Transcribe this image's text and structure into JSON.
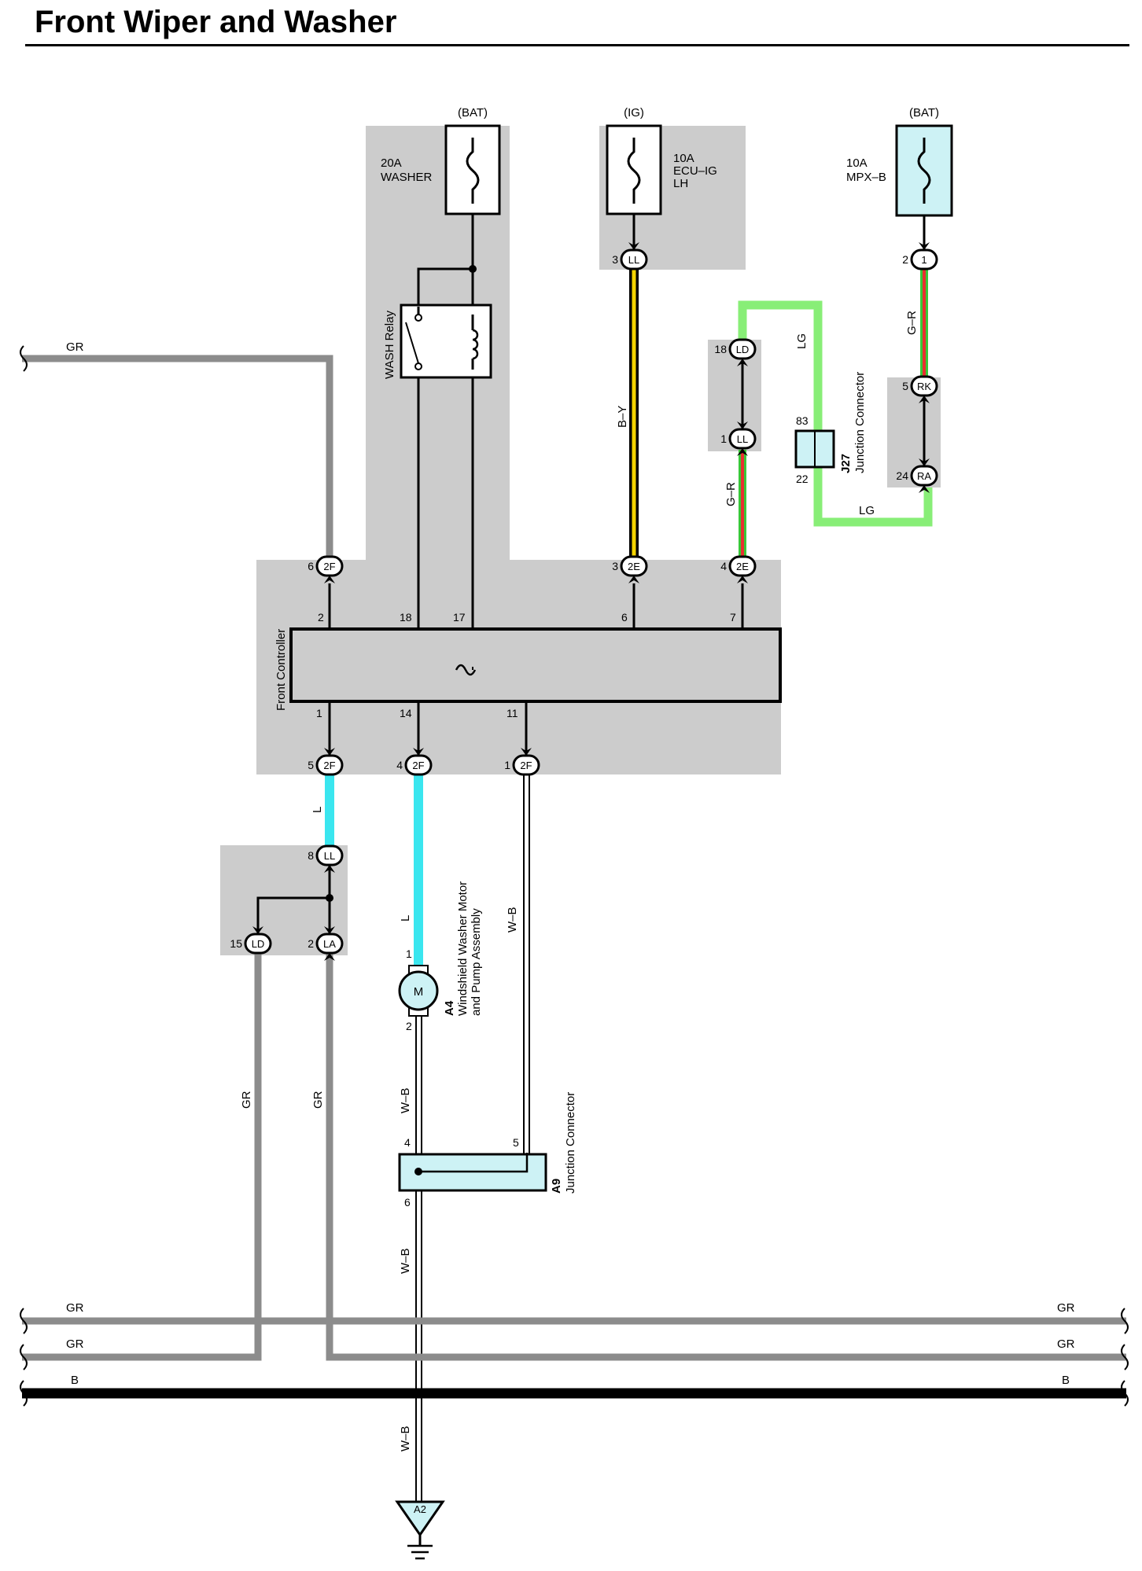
{
  "title": "Front Wiper and Washer",
  "sources": {
    "bat1": "(BAT)",
    "ig": "(IG)",
    "bat2": "(BAT)"
  },
  "fuses": {
    "washer": {
      "amp": "20A",
      "name": "WASHER"
    },
    "ecu": {
      "amp": "10A",
      "name1": "ECU–IG",
      "name2": "LH"
    },
    "mpx": {
      "amp": "10A",
      "name": "MPX–B"
    }
  },
  "relay": {
    "name": "WASH Relay"
  },
  "controller": {
    "name": "Front Controller"
  },
  "junction_j27": {
    "code": "J27",
    "name": "Junction Connector",
    "pin_top": "83",
    "pin_bottom": "22"
  },
  "motor": {
    "code": "A4",
    "symbol": "M",
    "name1": "Windshield Washer Motor",
    "name2": "and Pump Assembly",
    "pin_top": "1",
    "pin_bottom": "2"
  },
  "junction_a9": {
    "code": "A9",
    "name": "Junction Connector",
    "pin_left": "4",
    "pin_right": "5",
    "pin_bottom": "6"
  },
  "ground": {
    "code": "A2"
  },
  "connectors": [
    {
      "code": "LL",
      "pin": "3"
    },
    {
      "code": "1",
      "pin": "2"
    },
    {
      "code": "LD",
      "pin": "18"
    },
    {
      "code": "LL",
      "pin": "1"
    },
    {
      "code": "RK",
      "pin": "5"
    },
    {
      "code": "RA",
      "pin": "24"
    },
    {
      "code": "2F",
      "pin": "6"
    },
    {
      "code": "2E",
      "pin": "3"
    },
    {
      "code": "2E",
      "pin": "4"
    },
    {
      "code": "2F",
      "pin": "5"
    },
    {
      "code": "2F",
      "pin": "4"
    },
    {
      "code": "2F",
      "pin": "1"
    },
    {
      "code": "LL",
      "pin": "8"
    },
    {
      "code": "LD",
      "pin": "15"
    },
    {
      "code": "LA",
      "pin": "2"
    }
  ],
  "controller_pins": {
    "top": [
      "2",
      "18",
      "17",
      "6",
      "7"
    ],
    "bottom": [
      "1",
      "14",
      "11"
    ]
  },
  "wire_labels": {
    "gr": "GR",
    "by": "B–Y",
    "gr_red": "G–R",
    "lg": "LG",
    "l": "L",
    "wb": "W–B",
    "b": "B"
  },
  "colors": {
    "gray_wire": "#8c8c8c",
    "lg_wire": "#88ee77",
    "l_wire": "#3ae6ef",
    "black_wire": "#000000",
    "zone_fill": "#cccccc",
    "part_fill": "#cdf2f5",
    "yellow_stripe": "#f5d400",
    "red_stripe": "#e83030",
    "green_stripe": "#38c838"
  }
}
